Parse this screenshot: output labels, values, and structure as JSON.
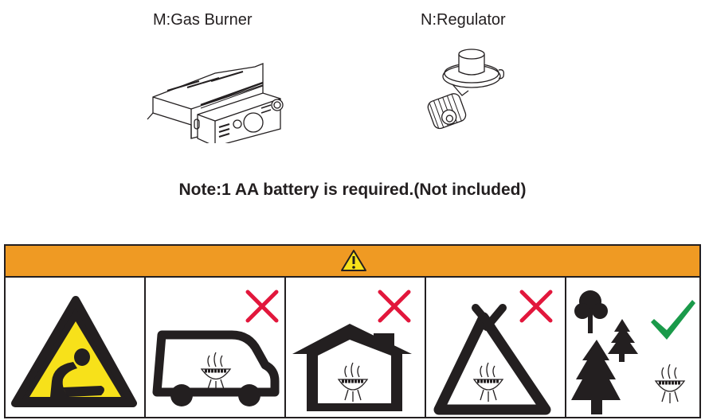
{
  "parts": [
    {
      "id": "M",
      "label": "M:Gas Burner",
      "icon": "gas-burner-illustration"
    },
    {
      "id": "N",
      "label": "N:Regulator",
      "icon": "regulator-illustration"
    }
  ],
  "note": "Note:1 AA battery is required.(Not included)",
  "warning": {
    "band_icon": "warning-triangle-icon",
    "colors": {
      "band": "#ef9a23",
      "cross": "#e2173c",
      "check": "#1a9a4a",
      "hazard_yellow": "#f7e11a"
    },
    "cells": [
      {
        "icon": "asphyxiation-hazard-icon",
        "status": "hazard"
      },
      {
        "icon": "grill-in-vehicle-icon",
        "status": "not-allowed"
      },
      {
        "icon": "grill-in-house-icon",
        "status": "not-allowed"
      },
      {
        "icon": "grill-in-tent-icon",
        "status": "not-allowed"
      },
      {
        "icon": "grill-outdoors-icon",
        "status": "allowed"
      }
    ]
  }
}
